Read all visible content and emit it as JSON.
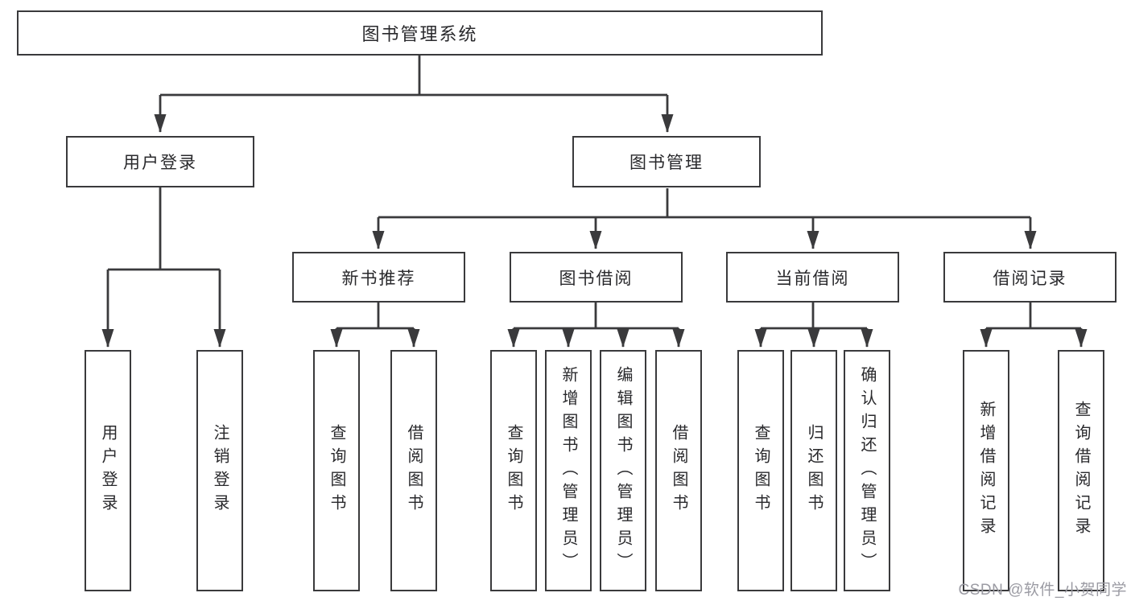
{
  "colors": {
    "line": "#3a3a3c",
    "node_border": "#3a3a3c",
    "node_fill": "#ffffff",
    "text": "#29292c",
    "watermark": "#9b9ba3",
    "background": "#ffffff"
  },
  "watermark": "CSDN @软件_小贺同学",
  "tree": {
    "label": "图书管理系统",
    "children": [
      {
        "label": "用户登录",
        "children": [
          {
            "label": "用户登录"
          },
          {
            "label": "注销登录"
          }
        ]
      },
      {
        "label": "图书管理",
        "children": [
          {
            "label": "新书推荐",
            "children": [
              {
                "label": "查询图书"
              },
              {
                "label": "借阅图书"
              }
            ]
          },
          {
            "label": "图书借阅",
            "children": [
              {
                "label": "查询图书"
              },
              {
                "label": "新增图书（管理员）"
              },
              {
                "label": "编辑图书（管理员）"
              },
              {
                "label": "借阅图书"
              }
            ]
          },
          {
            "label": "当前借阅",
            "children": [
              {
                "label": "查询图书"
              },
              {
                "label": "归还图书"
              },
              {
                "label": "确认归还（管理员）"
              }
            ]
          },
          {
            "label": "借阅记录",
            "children": [
              {
                "label": "新增借阅记录"
              },
              {
                "label": "查询借阅记录"
              }
            ]
          }
        ]
      }
    ]
  }
}
